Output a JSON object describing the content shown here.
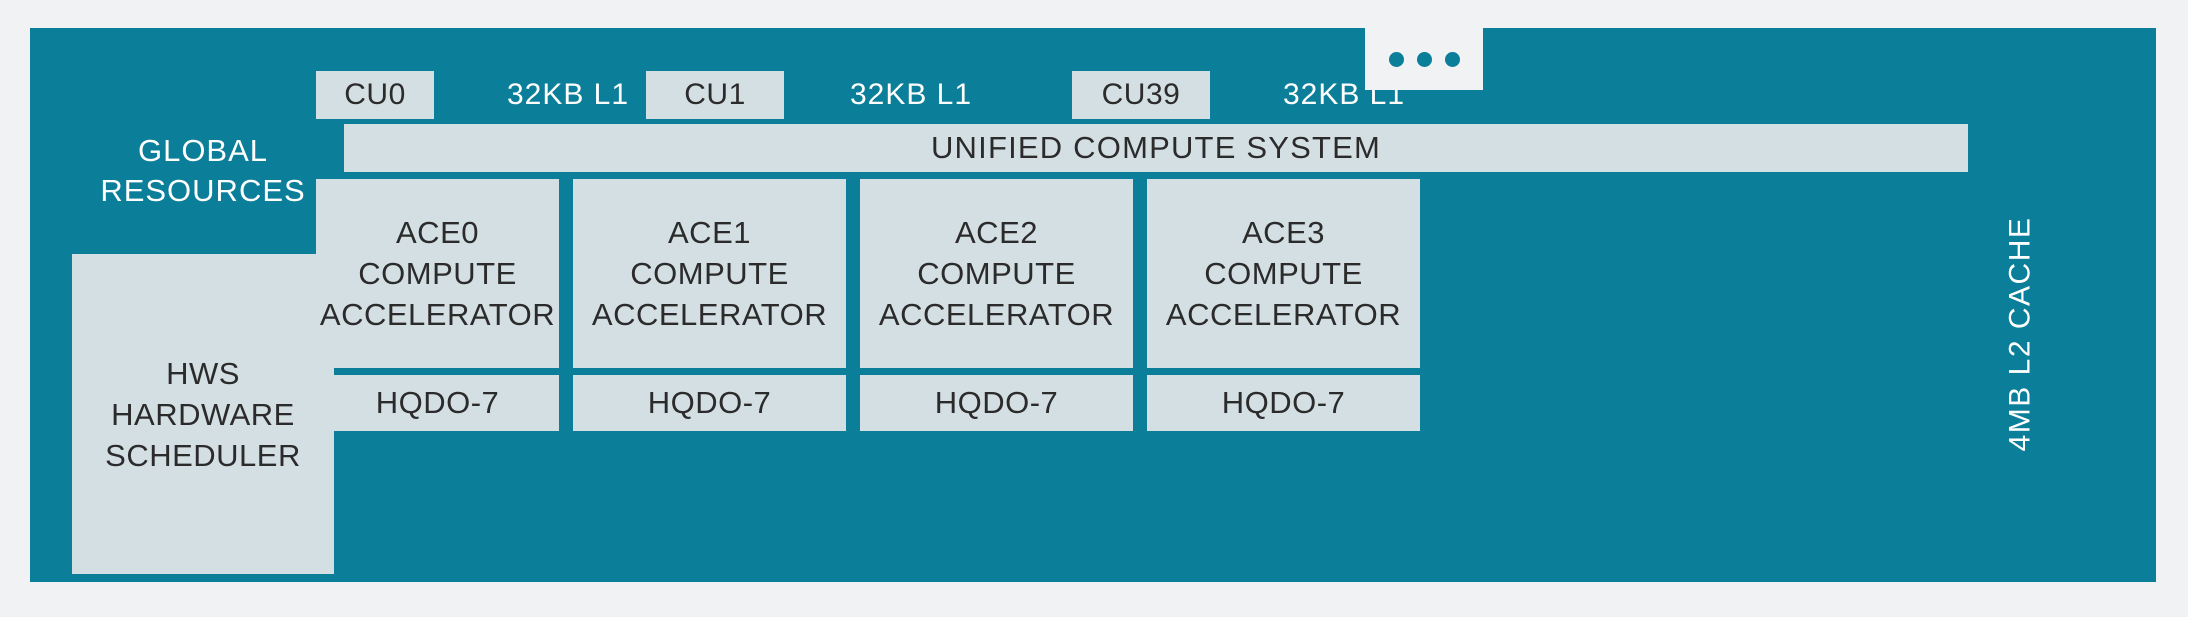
{
  "colors": {
    "page_background": "#f1f2f4",
    "chip_teal": "#0b7e99",
    "box_light": "#d4dfe4",
    "text_dark": "#2b2b2b",
    "text_light": "#ffffff"
  },
  "diagram": {
    "title_global_resources": "GLOBAL\nRESOURCES",
    "global_resources_line1": "GLOBAL",
    "global_resources_line2": "RESOURCES",
    "hws": {
      "line1": "HWS",
      "line2": "HARDWARE",
      "line3": "SCHEDULER"
    },
    "unified_compute_system": "UNIFIED COMPUTE SYSTEM",
    "l2_cache": "4MB L2 CACHE",
    "compute_units": [
      {
        "name": "CU0",
        "cache": "32KB L1"
      },
      {
        "name": "CU1",
        "cache": "32KB L1"
      },
      {
        "name": "CU39",
        "cache": "32KB L1"
      }
    ],
    "cu_ellipsis": "...",
    "aces": [
      {
        "id": "ACE0",
        "line2": "COMPUTE",
        "line3": "ACCELERATOR",
        "queue": "HQDO-7"
      },
      {
        "id": "ACE1",
        "line2": "COMPUTE",
        "line3": "ACCELERATOR",
        "queue": "HQDO-7"
      },
      {
        "id": "ACE2",
        "line2": "COMPUTE",
        "line3": "ACCELERATOR",
        "queue": "HQDO-7"
      },
      {
        "id": "ACE3",
        "line2": "COMPUTE",
        "line3": "ACCELERATOR",
        "queue": "HQDO-7"
      }
    ]
  }
}
